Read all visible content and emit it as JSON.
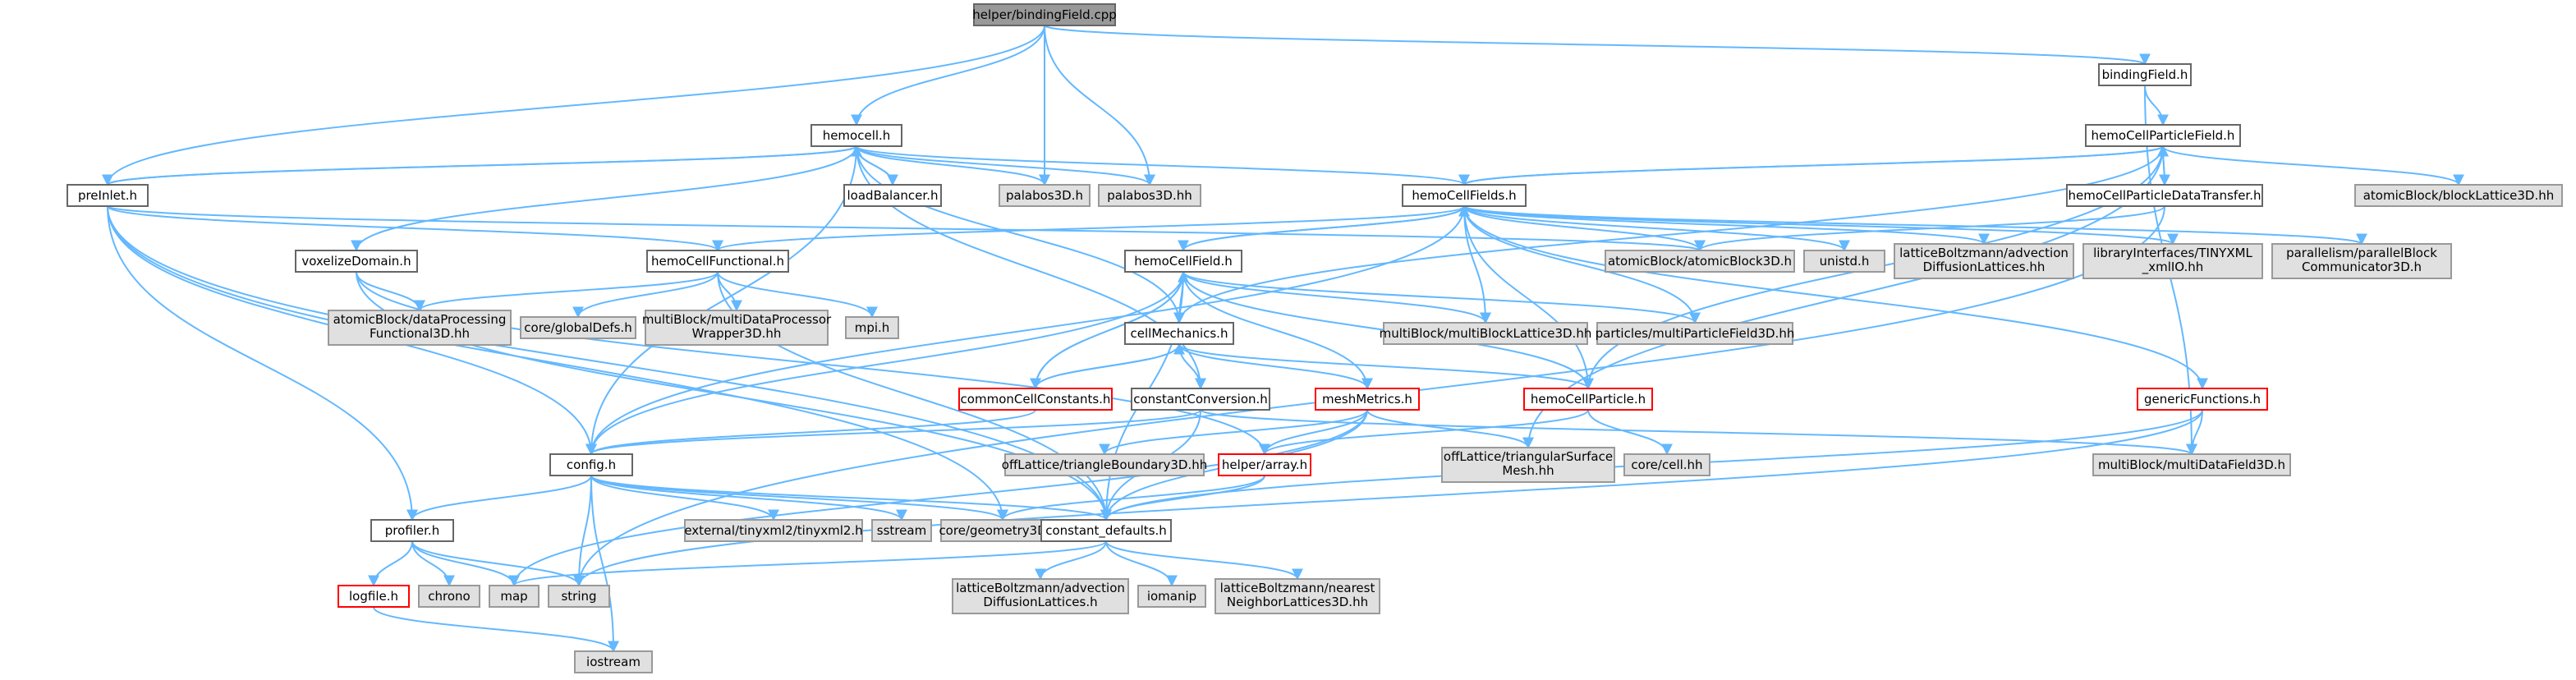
{
  "palette": {
    "root_fill": "#999999",
    "internal_fill": "#ffffff",
    "external_fill": "#e0e0e0",
    "internal_border": "#666666",
    "external_border": "#999999",
    "incomplete_border": "#ff0000",
    "edge_color": "#63b8ff"
  },
  "nodes": {
    "root": {
      "label": "helper/bindingField.cpp"
    },
    "bindingField": {
      "label": "bindingField.h"
    },
    "hemocell": {
      "label": "hemocell.h"
    },
    "preInlet": {
      "label": "preInlet.h"
    },
    "loadBalancer": {
      "label": "loadBalancer.h"
    },
    "palabos3Dh": {
      "label": "palabos3D.h"
    },
    "palabos3Dhh": {
      "label": "palabos3D.hh"
    },
    "hemoCellParticleField": {
      "label": "hemoCellParticleField.h"
    },
    "hemoCellFields": {
      "label": "hemoCellFields.h"
    },
    "hemoCellParticleDataTransfer": {
      "label": "hemoCellParticleDataTransfer.h"
    },
    "blockLattice3D": {
      "label": "atomicBlock/blockLattice3D.hh"
    },
    "voxelizeDomain": {
      "label": "voxelizeDomain.h"
    },
    "hemoCellFunctional": {
      "label": "hemoCellFunctional.h"
    },
    "atomicBlock3D": {
      "label": "atomicBlock/atomicBlock3D.h"
    },
    "unistd": {
      "label": "unistd.h"
    },
    "advectionDiffusionLattices": {
      "label": [
        "latticeBoltzmann/advection",
        "DiffusionLattices.hh"
      ]
    },
    "tinyxmlIO": {
      "label": [
        "libraryInterfaces/TINYXML",
        "_xmlIO.hh"
      ]
    },
    "parallelBlockCommunicator": {
      "label": [
        "parallelism/parallelBlock",
        "Communicator3D.h"
      ]
    },
    "hemoCellField": {
      "label": "hemoCellField.h"
    },
    "dataProcessingFunctional": {
      "label": [
        "atomicBlock/dataProcessing",
        "Functional3D.hh"
      ]
    },
    "globalDefs": {
      "label": "core/globalDefs.h"
    },
    "multiDataProcessorWrapper": {
      "label": [
        "multiBlock/multiDataProcessor",
        "Wrapper3D.hh"
      ]
    },
    "mpi": {
      "label": "mpi.h"
    },
    "cellMechanics": {
      "label": "cellMechanics.h"
    },
    "multiBlockLattice3D": {
      "label": "multiBlock/multiBlockLattice3D.hh"
    },
    "multiParticleField3D": {
      "label": "particles/multiParticleField3D.hh"
    },
    "commonCellConstants": {
      "label": "commonCellConstants.h"
    },
    "constantConversion": {
      "label": "constantConversion.h"
    },
    "meshMetrics": {
      "label": "meshMetrics.h"
    },
    "hemoCellParticle": {
      "label": "hemoCellParticle.h"
    },
    "genericFunctions": {
      "label": "genericFunctions.h"
    },
    "config": {
      "label": "config.h"
    },
    "triangleBoundary3D": {
      "label": "offLattice/triangleBoundary3D.hh"
    },
    "helperArray": {
      "label": "helper/array.h"
    },
    "triangularSurfaceMesh": {
      "label": [
        "offLattice/triangularSurface",
        "Mesh.hh"
      ]
    },
    "coreCell": {
      "label": "core/cell.hh"
    },
    "multiDataField3D": {
      "label": "multiBlock/multiDataField3D.h"
    },
    "tinyxml2": {
      "label": "external/tinyxml2/tinyxml2.h"
    },
    "sstream": {
      "label": "sstream"
    },
    "coreGeometry3D": {
      "label": "core/geometry3D.hh"
    },
    "constantDefaults": {
      "label": "constant_defaults.h"
    },
    "profiler": {
      "label": "profiler.h"
    },
    "logfile": {
      "label": "logfile.h"
    },
    "chrono": {
      "label": "chrono"
    },
    "map": {
      "label": "map"
    },
    "string": {
      "label": "string"
    },
    "advectionDiffusionLatticesH": {
      "label": [
        "latticeBoltzmann/advection",
        "DiffusionLattices.h"
      ]
    },
    "iomanip": {
      "label": "iomanip"
    },
    "nearestNeighborLattices": {
      "label": [
        "latticeBoltzmann/nearest",
        "NeighborLattices3D.hh"
      ]
    },
    "iostream": {
      "label": "iostream"
    }
  }
}
